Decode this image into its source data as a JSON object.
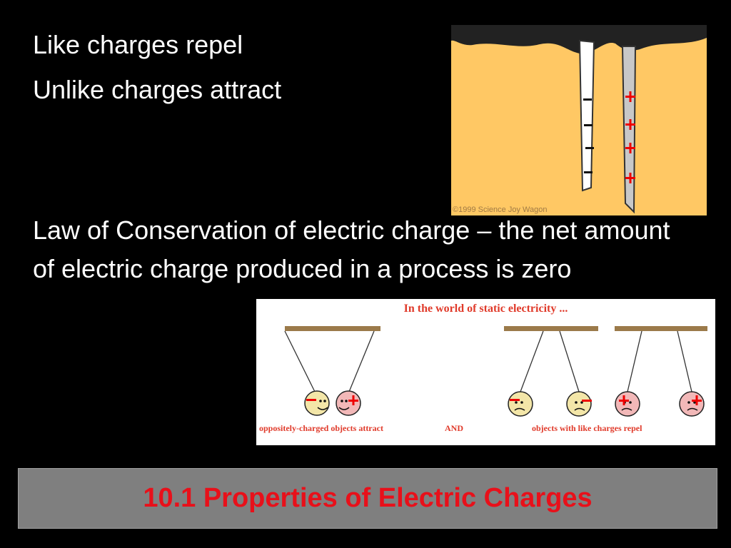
{
  "bullets": {
    "like": "Like charges repel",
    "unlike": "Unlike charges attract",
    "conservation": "Law of Conservation of electric charge – the net amount of electric charge produced in a process is zero"
  },
  "rod_image": {
    "credit": "©1999 Science Joy Wagon",
    "left_rod_sign": "−",
    "right_rod_sign": "+",
    "background_color": "#ffc864"
  },
  "pith_diagram": {
    "title": "In the world of static electricity ...",
    "caption_attract": "oppositely-charged objects attract",
    "caption_and": "AND",
    "caption_repel": "objects with like charges repel",
    "accent_color": "#e03a2a"
  },
  "title": {
    "text": "10.1 Properties of Electric Charges",
    "color": "#e8101a",
    "bar_color": "#7f7f7f"
  }
}
